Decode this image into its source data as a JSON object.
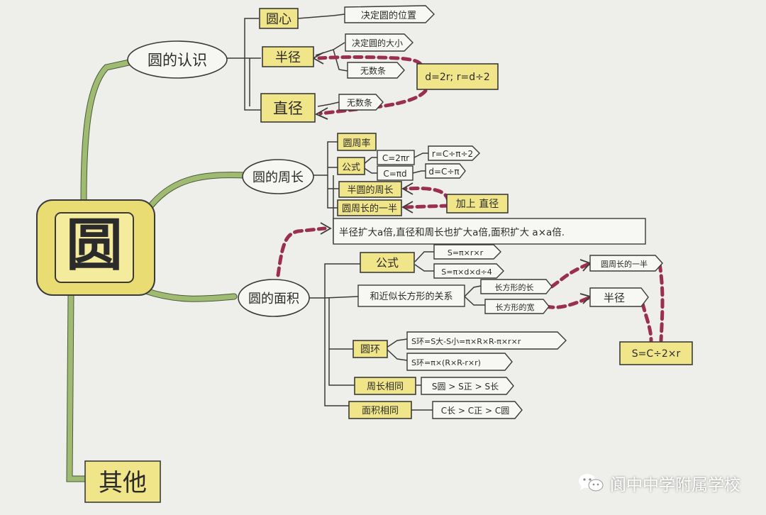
{
  "root": {
    "label": "圆"
  },
  "other": {
    "label": "其他"
  },
  "recognition": {
    "label": "圆的认识",
    "center": {
      "label": "圆心",
      "note": "决定圆的位置"
    },
    "radius": {
      "label": "半径",
      "notes": [
        "决定圆的大小",
        "无数条"
      ]
    },
    "diameter": {
      "label": "直径",
      "note": "无数条"
    },
    "relation": "d=2r; r=d÷2"
  },
  "circumference": {
    "label": "圆的周长",
    "pi": "圆周率",
    "formula": {
      "label": "公式",
      "items": [
        {
          "formula": "C=2πr",
          "derived": "r=C÷π÷2"
        },
        {
          "formula": "C=πd",
          "derived": "d=C÷π"
        }
      ]
    },
    "semicircle": "半圆的周长",
    "half_circ": "圆周长的一半",
    "plus": "加上    直径"
  },
  "scaling_note": "半径扩大a倍,直径和周长也扩大a倍,面积扩大 a×a倍.",
  "area": {
    "label": "圆的面积",
    "formula": {
      "label": "公式",
      "items": [
        "S=π×r×r",
        "S=π×d×d÷4"
      ]
    },
    "rect": {
      "label": "和近似长方形的关系",
      "length": "长方形的长",
      "width": "长方形的宽",
      "length_eq": "圆周长的一半",
      "width_eq": "半径",
      "result": "S=C÷2×r"
    },
    "ring": {
      "label": "圆环",
      "items": [
        "S环=S大-S小=π×R×R-π×r×r",
        "S环=π×(R×R-r×r)"
      ]
    },
    "same_perimeter": {
      "label": "周长相同",
      "value": "S圆 > S正 > S长"
    },
    "same_area": {
      "label": "面积相同",
      "value": "C长 > C正 > C圆"
    }
  },
  "watermark": "阆中中学附属学校",
  "colors": {
    "paper": "#eeeeea",
    "highlight": "#f1e58a",
    "branch_green": "#9fbb72",
    "dashed_red": "#9b2f52"
  }
}
